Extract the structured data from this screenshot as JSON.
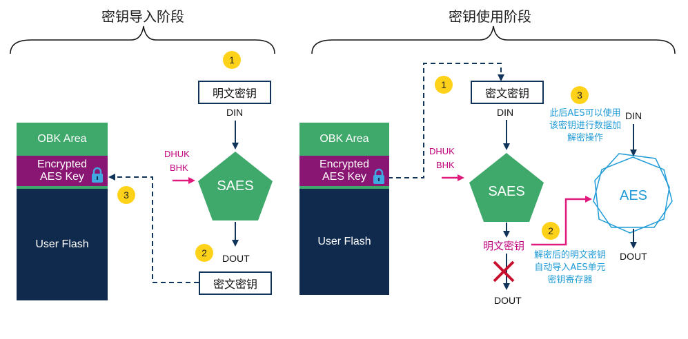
{
  "sections": {
    "left_title": "密钥导入阶段",
    "right_title": "密钥使用阶段"
  },
  "left": {
    "flash": {
      "obk_area": "OBK Area",
      "encrypted_key_line1": "Encrypted",
      "encrypted_key_line2": "AES Key",
      "user_flash": "User Flash"
    },
    "badge1": "1",
    "badge2": "2",
    "badge3": "3",
    "plaintext_key_box": "明文密钥",
    "din_label": "DIN",
    "dhuk_label": "DHUK",
    "bhk_label": "BHK",
    "saes_label": "SAES",
    "dout_label": "DOUT",
    "ciphertext_key_box": "密文密钥"
  },
  "right": {
    "flash": {
      "obk_area": "OBK Area",
      "encrypted_key_line1": "Encrypted",
      "encrypted_key_line2": "AES Key",
      "user_flash": "User Flash"
    },
    "badge1": "1",
    "badge2": "2",
    "badge3": "3",
    "ciphertext_key_box": "密文密钥",
    "din_label": "DIN",
    "dhuk_label": "DHUK",
    "bhk_label": "BHK",
    "saes_label": "SAES",
    "plaintext_key_label": "明文密钥",
    "dout_blocked_label": "DOUT",
    "aes_label": "AES",
    "aes_din_label": "DIN",
    "aes_dout_label": "DOUT",
    "note_usage": "此后AES可以使用该密钥进行数据加解密操作",
    "note_import": "解密后的明文密钥自动导入AES单元密钥寄存器"
  },
  "colors": {
    "green": "#3fa86b",
    "navy": "#0f2a4d",
    "purple": "#8a1673",
    "magenta": "#e0197d",
    "cyan": "#1f9bd7",
    "red": "#c8102e",
    "yellow": "#ffd21a"
  },
  "icons": [
    "lock-icon",
    "cross-icon"
  ]
}
